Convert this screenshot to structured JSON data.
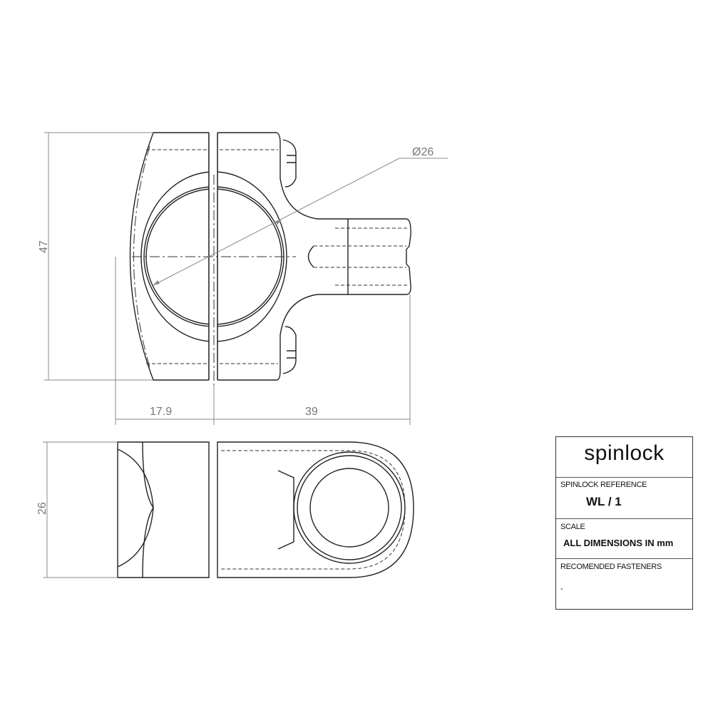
{
  "dimensions": {
    "height_top_view": "47",
    "diameter": "26",
    "offset_left": "17.9",
    "length_right": "39",
    "height_bottom_view": "26"
  },
  "title_block": {
    "logo_text": "spinlock",
    "reference_label": "SPINLOCK REFERENCE",
    "reference_value": "WL / 1",
    "scale_label": "SCALE",
    "scale_value": "ALL DIMENSIONS IN mm",
    "fasteners_label": "RECOMENDED FASTENERS",
    "fasteners_value": "-"
  }
}
